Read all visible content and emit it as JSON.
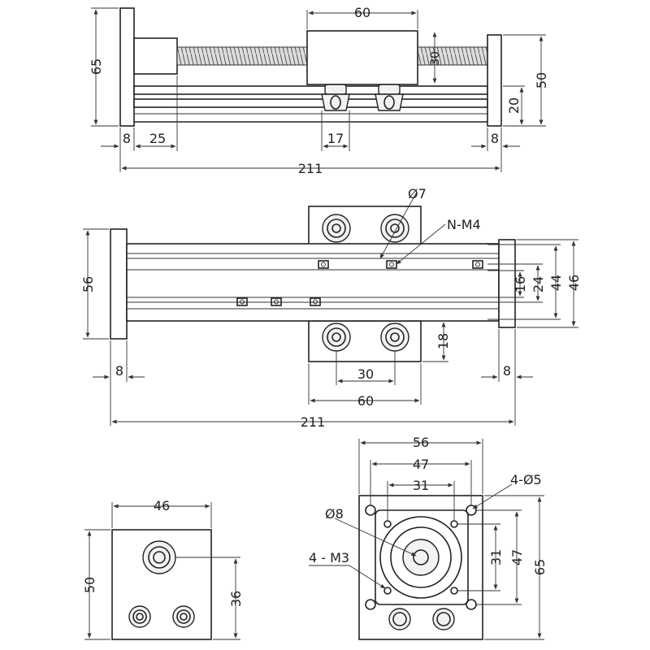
{
  "views": {
    "side": {
      "height_total": "65",
      "carriage_width": "60",
      "carriage_height": "30",
      "right_height": "50",
      "rail_height": "20",
      "end_plate": "8",
      "motor_offset": "25",
      "wheel_gap": "17",
      "end_plate_right": "8",
      "overall_length": "211"
    },
    "top": {
      "wheel_dia": "Ø7",
      "thread_label": "N-M4",
      "left_plate_height": "56",
      "dim_16": "16",
      "dim_24": "24",
      "dim_44": "44",
      "dim_46": "46",
      "dim_18": "18",
      "wheel_spacing": "30",
      "carriage_width": "60",
      "end_plate_left": "8",
      "end_plate_right": "8",
      "overall_length": "211"
    },
    "end_view": {
      "width": "46",
      "height": "50",
      "bore_height": "36"
    },
    "motor_flange": {
      "width": "56",
      "inner_width": "47",
      "hole_spacing": "31",
      "mount_holes": "4-Ø5",
      "shaft_dia": "Ø8",
      "screw_label": "4 - M3",
      "v_hole_spacing": "31",
      "v_inner": "47",
      "v_height": "65"
    }
  }
}
